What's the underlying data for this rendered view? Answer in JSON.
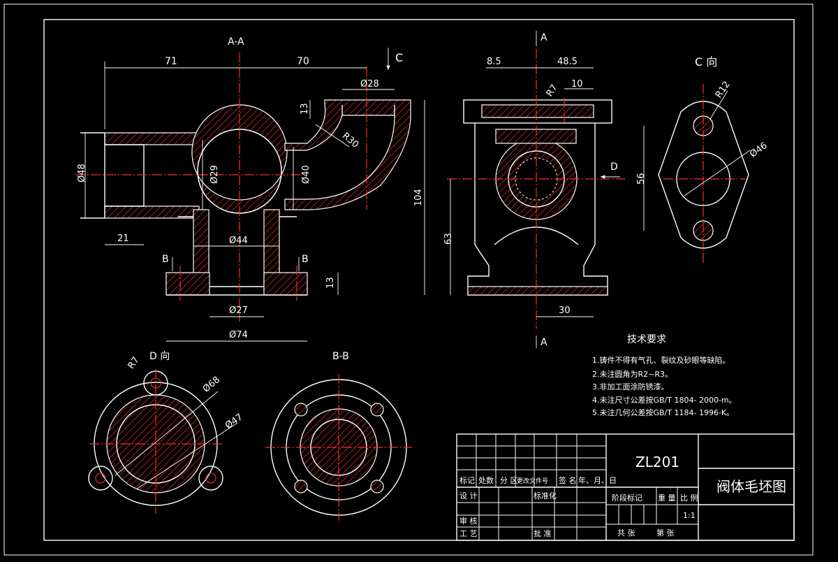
{
  "views": {
    "section_aa": {
      "title": "A-A",
      "dims": {
        "d71": "71",
        "d70": "70",
        "d28": "Ø28",
        "d13a": "13",
        "r30": "R30",
        "d48": "Ø48",
        "d29": "Ø29",
        "d40": "Ø40",
        "d104": "104",
        "d21": "21",
        "d44": "Ø44",
        "d27": "Ø27",
        "d74": "Ø74",
        "d13b": "13"
      },
      "markers": {
        "c": "C",
        "b_left": "B",
        "b_right": "B"
      }
    },
    "side_view": {
      "markers": {
        "a_top": "A",
        "a_bottom": "A",
        "d": "D"
      },
      "dims": {
        "d8_5": "8.5",
        "d48_5": "48.5",
        "r7": "R7",
        "d10": "10",
        "d63": "63",
        "d30": "30"
      }
    },
    "view_c": {
      "title": "C 向",
      "dims": {
        "r12": "R12",
        "d46": "Ø46",
        "d56": "56"
      }
    },
    "view_d": {
      "title": "D 向",
      "dims": {
        "r7": "R7",
        "d68": "Ø68",
        "d47": "Ø47"
      }
    },
    "section_bb": {
      "title": "B-B"
    }
  },
  "tech_req": {
    "title": "技术要求",
    "items": [
      "1.铸件不得有气孔、裂纹及砂眼等缺陷。",
      "2.未注圆角为R2~R3。",
      "3.非加工面涂防锈漆。",
      "4.未注尺寸公差按GB/T 1804- 2000-m。",
      "5.未注几何公差按GB/T 1184- 1996-K。"
    ]
  },
  "title_block": {
    "material": "ZL201",
    "drawing_name": "阀体毛坯图",
    "rev_headers": [
      "标记",
      "处数",
      "分 区",
      "更改文件号",
      "签 名",
      "年、月、日"
    ],
    "design": "设 计",
    "standardization": "标准化",
    "review": "审 核",
    "process": "工 艺",
    "approve": "批 准",
    "stage_mark": "阶段标记",
    "weight": "重 量",
    "scale_label": "比 例",
    "scale": "1:1",
    "sheets_total": "共  张",
    "sheet_no": "第  张"
  }
}
